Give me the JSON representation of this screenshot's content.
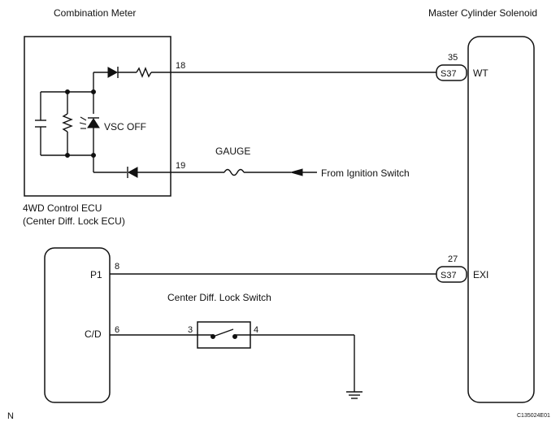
{
  "components": {
    "combination_meter": "Combination Meter",
    "master_cylinder_solenoid": "Master Cylinder Solenoid",
    "ecu_line1": "4WD Control ECU",
    "ecu_line2": "(Center Diff. Lock ECU)",
    "center_diff_lock_switch": "Center Diff. Lock Switch"
  },
  "labels": {
    "vsc_off": "VSC OFF",
    "gauge": "GAUGE",
    "from_ignition_switch": "From Ignition Switch",
    "corner_n": "N",
    "diagram_code": "C135024E01"
  },
  "pins": {
    "meter_18": "18",
    "meter_19": "19",
    "solenoid_wt_num": "35",
    "solenoid_wt_conn": "S37",
    "solenoid_wt_name": "WT",
    "solenoid_exi_num": "27",
    "solenoid_exi_conn": "S37",
    "solenoid_exi_name": "EXI",
    "ecu_p1_num": "8",
    "ecu_p1_name": "P1",
    "ecu_cd_num": "6",
    "ecu_cd_name": "C/D",
    "switch_in": "3",
    "switch_out": "4"
  }
}
